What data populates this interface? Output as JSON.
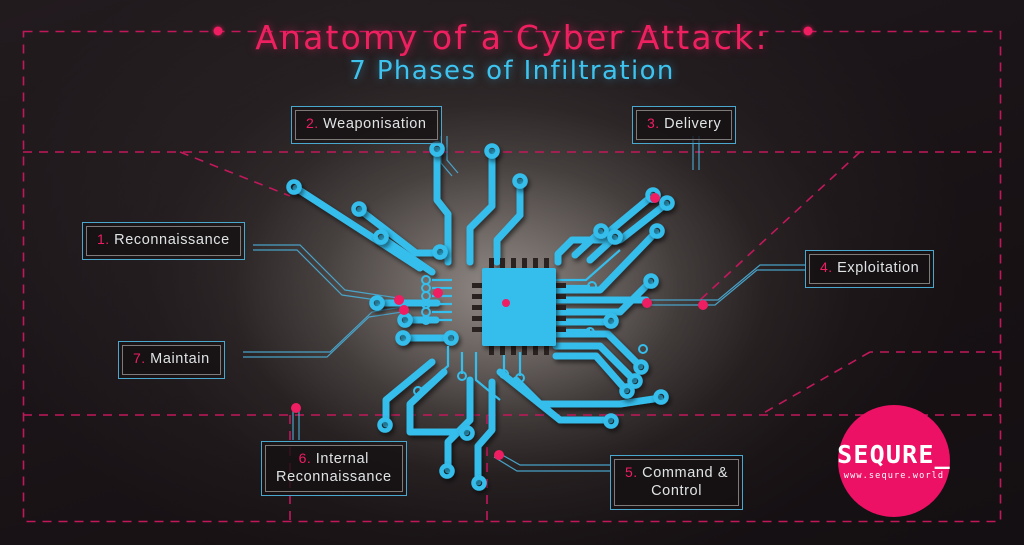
{
  "header": {
    "title_line1": "Anatomy of a Cyber Attack:",
    "title_line2": "7 Phases of Infiltration",
    "title_color": "#ee2060",
    "subtitle_color": "#3ec3ef"
  },
  "theme": {
    "accent_pink": "#ef1d62",
    "accent_cyan": "#35bdeb",
    "trace_cyan": "#35bdeb",
    "label_border": "#4aa8cf",
    "label_text": "#dfe3e4",
    "background": "#1a1417"
  },
  "phases": [
    {
      "number": "1.",
      "name": "Reconnaissance",
      "line2": ""
    },
    {
      "number": "2.",
      "name": "Weaponisation",
      "line2": ""
    },
    {
      "number": "3.",
      "name": "Delivery",
      "line2": ""
    },
    {
      "number": "4.",
      "name": "Exploitation",
      "line2": ""
    },
    {
      "number": "5.",
      "name": "Command &",
      "line2": "Control"
    },
    {
      "number": "6.",
      "name": "Internal",
      "line2": "Reconnaissance"
    },
    {
      "number": "7.",
      "name": "Maintain",
      "line2": ""
    }
  ],
  "logo": {
    "word": "SEQURE_",
    "url": "www.sequre.world",
    "circle_color": "#ec1164"
  },
  "graphic": {
    "name": "circuit-board-spider",
    "center_chip": "cpu-chip-icon",
    "center_dot_color": "#ef1d62"
  }
}
